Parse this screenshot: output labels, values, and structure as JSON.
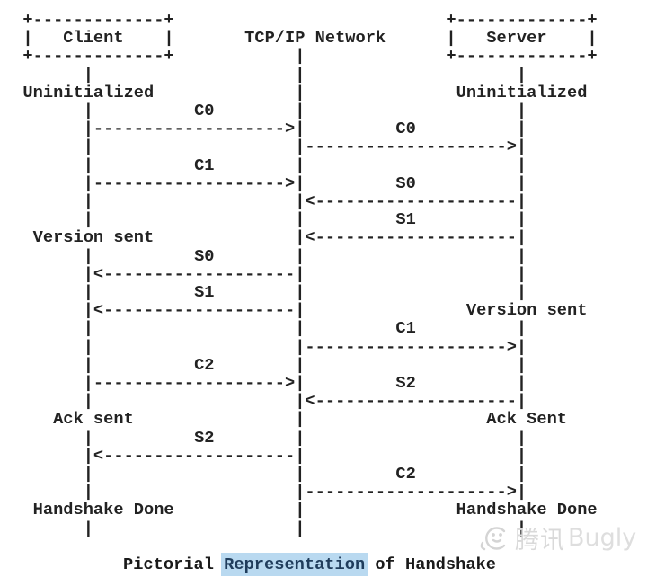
{
  "page": {
    "background": "#ffffff",
    "text_color": "#222222"
  },
  "diagram": {
    "type": "ascii-sequence-diagram",
    "entities": {
      "client": "Client",
      "network": "TCP/IP Network",
      "server": "Server"
    },
    "client_states": [
      "Uninitialized",
      "Version sent",
      "Ack sent",
      "Handshake Done"
    ],
    "server_states": [
      "Uninitialized",
      "Version sent",
      "Ack Sent",
      "Handshake Done"
    ],
    "messages": [
      {
        "from": "Client",
        "to": "Network",
        "label": "C0"
      },
      {
        "from": "Network",
        "to": "Server",
        "label": "C0"
      },
      {
        "from": "Client",
        "to": "Network",
        "label": "C1"
      },
      {
        "from": "Server",
        "to": "Network",
        "label": "S0"
      },
      {
        "from": "Server",
        "to": "Network",
        "label": "S1"
      },
      {
        "from": "Network",
        "to": "Client",
        "label": "S0"
      },
      {
        "from": "Network",
        "to": "Client",
        "label": "S1"
      },
      {
        "from": "Network",
        "to": "Server",
        "label": "C1"
      },
      {
        "from": "Client",
        "to": "Network",
        "label": "C2"
      },
      {
        "from": "Server",
        "to": "Network",
        "label": "S2"
      },
      {
        "from": "Network",
        "to": "Client",
        "label": "S2"
      },
      {
        "from": "Network",
        "to": "Server",
        "label": "C2"
      }
    ],
    "ascii_lines": [
      "  +-------------+                           +-------------+",
      "  |   Client    |       TCP/IP Network      |   Server    |",
      "  +-------------+            |              +-------------+",
      "        |                    |                     |",
      "  Uninitialized              |               Uninitialized",
      "        |          C0        |                     |",
      "        |------------------->|         C0          |",
      "        |                    |-------------------->|",
      "        |          C1        |                     |",
      "        |------------------->|         S0          |",
      "        |                    |<--------------------|",
      "        |                    |         S1          |",
      "   Version sent              |<--------------------|",
      "        |          S0        |                     |",
      "        |<-------------------|                     |",
      "        |          S1        |                     |",
      "        |<-------------------|                Version sent",
      "        |                    |         C1          |",
      "        |                    |-------------------->|",
      "        |          C2        |                     |",
      "        |------------------->|         S2          |",
      "        |                    |<--------------------|",
      "     Ack sent                |                  Ack Sent",
      "        |          S2        |                     |",
      "        |<-------------------|                     |",
      "        |                    |         C2          |",
      "        |                    |-------------------->|",
      "   Handshake Done            |               Handshake Done",
      "        |                    |                     |",
      ""
    ],
    "caption": {
      "prefix": "Pictorial ",
      "highlight": "Representation",
      "suffix": " of Handshake",
      "highlight_bg": "#b9d9f0",
      "highlight_text_color": "#203d5c"
    }
  },
  "watermark": {
    "brand_cn": "腾讯",
    "brand_en": "Bugly",
    "color": "#d9d9d9"
  }
}
